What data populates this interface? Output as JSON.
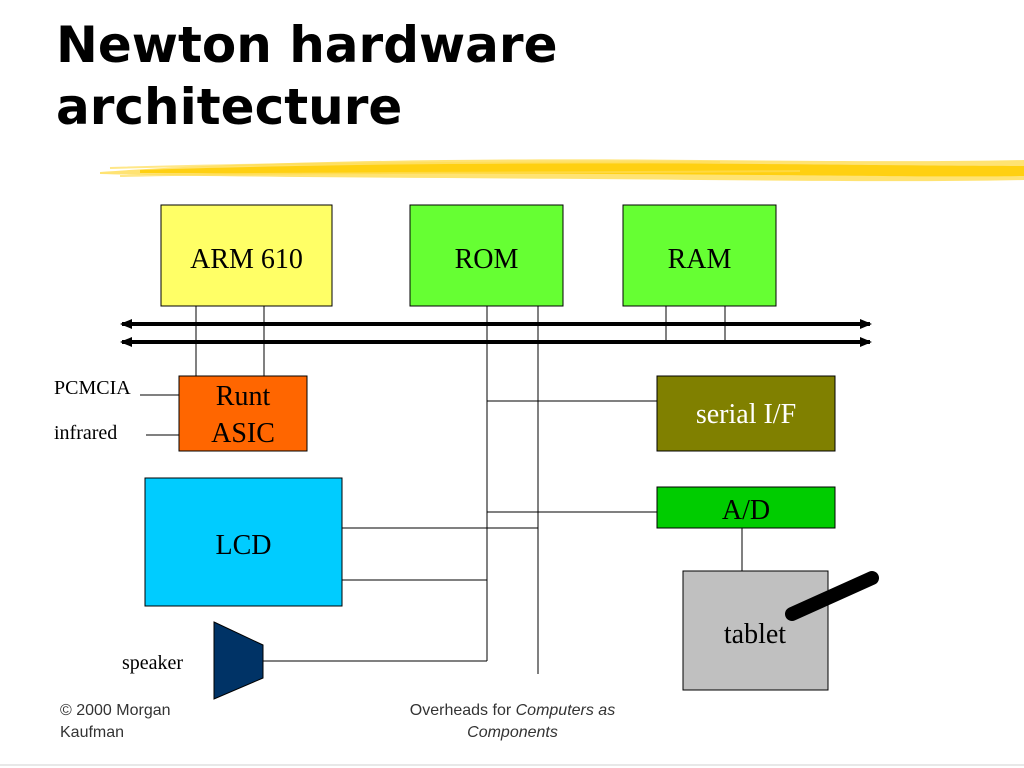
{
  "slide": {
    "title_line1": "Newton hardware",
    "title_line2": "architecture"
  },
  "diagram": {
    "blocks": {
      "arm": "ARM 610",
      "rom": "ROM",
      "ram": "RAM",
      "runt_line1": "Runt",
      "runt_line2": "ASIC",
      "serial": "serial I/F",
      "lcd": "LCD",
      "ad": "A/D",
      "tablet": "tablet"
    },
    "labels": {
      "pcmcia": "PCMCIA",
      "infrared": "infrared",
      "speaker": "speaker"
    },
    "colors": {
      "arm": "#ffff66",
      "rom": "#66ff33",
      "ram": "#66ff33",
      "runt": "#ff6600",
      "serial": "#808000",
      "lcd": "#00ccff",
      "ad": "#00cc00",
      "tablet": "#c0c0c0",
      "speaker": "#003366",
      "highlight": "#ffcc00"
    }
  },
  "footer": {
    "copyright_line1": "© 2000 Morgan",
    "copyright_line2": "Kaufman",
    "overheads_prefix": "Overheads for ",
    "overheads_title1": "Computers as",
    "overheads_title2": "Components"
  }
}
